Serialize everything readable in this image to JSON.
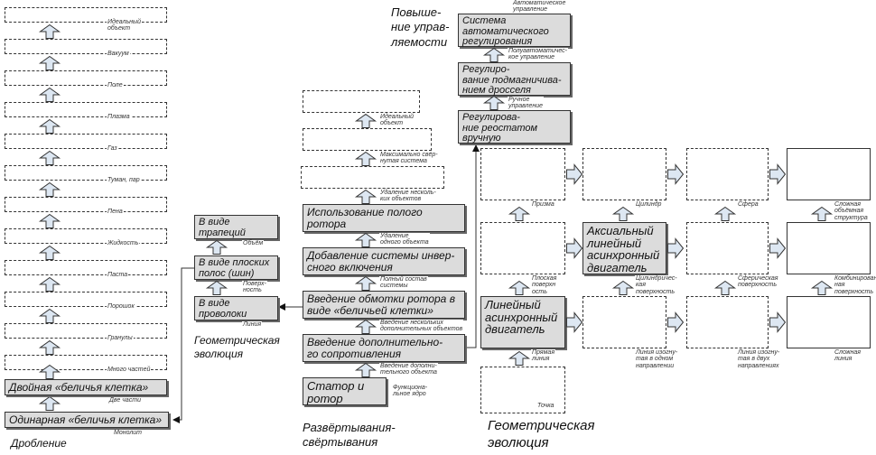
{
  "dividing": {
    "title": "Дробление",
    "stages": [
      "Идеальный\nобъект",
      "Вакуум",
      "Поле",
      "Плазма",
      "Газ",
      "Туман, пар",
      "Пена",
      "Жидкость",
      "Паста",
      "Порошок",
      "Гранулы",
      "Много частей"
    ],
    "boxes": [
      {
        "text": "Двойная «беличья клетка»",
        "label": "Две части"
      },
      {
        "text": "Одинарная «беличья клетка»",
        "label": "Монолит"
      }
    ]
  },
  "conductor_shape": {
    "title": "Геометрическая\nэволюция",
    "boxes": [
      {
        "text": "В виде\nтрапеций",
        "label": "Объём"
      },
      {
        "text": "В виде плоских\nполос (шин)",
        "label": "Поверх-\nность"
      },
      {
        "text": "В виде\nпроволоки",
        "label": "Линия"
      }
    ]
  },
  "deploy": {
    "title": "Развёртывания-\nсвёртывания",
    "boxes": [
      {
        "text": "",
        "label": "Идеальный\nобъект"
      },
      {
        "text": "",
        "label": "Максимально свёр-\nнутая система"
      },
      {
        "text": "",
        "label": "Удаление несколь-\nких объектов"
      },
      {
        "text": "Использование полого\nротора",
        "label": "Удаление\nодного объекта"
      },
      {
        "text": "Добавление системы инвер-\nсного включения",
        "label": "Полный состав\nсистемы"
      },
      {
        "text": "Введение обмотки ротора в\nвиде «беличьей клетки»",
        "label": "Введение нескольких\nдополнительных объектов"
      },
      {
        "text": "Введение дополнительно-\nго сопротивления",
        "label": "Введение дополни-\nтельного объекта"
      },
      {
        "text": "Статор и\nротор",
        "label": "Функциона-\nльное ядро"
      }
    ]
  },
  "control": {
    "title": "Повыше-\nние управ-\nляемости",
    "boxes": [
      {
        "text": "Система\nавтоматического\nрегулирования",
        "label": "Автоматическое\nуправление"
      },
      {
        "text": "Регулиро-\nвание подмагничива-\nнием дросселя",
        "label": "Полуавтоматичес-\nкое управление"
      },
      {
        "text": "Регулирова-\nние реостатом\nвручную",
        "label": "Ручное\nуправление"
      }
    ]
  },
  "geometry": {
    "title": "Геометрическая\nэволюция",
    "grid": [
      [
        {
          "text": "",
          "label": "Призма"
        },
        {
          "text": "",
          "label": "Цилиндр"
        },
        {
          "text": "",
          "label": "Сфера"
        },
        {
          "text": "",
          "label": "Сложная\nобъёмная\nструктура"
        }
      ],
      [
        {
          "text": "",
          "label": "Плоская\nповерхн\nость"
        },
        {
          "text": "Аксиальный\nлинейный\nасинхронный\nдвигатель",
          "label": "Цилиндричес-\nкая\nповерхность"
        },
        {
          "text": "",
          "label": "Сферическая\nповерхность"
        },
        {
          "text": "",
          "label": "Комбинирован\nная\nповерхность"
        }
      ],
      [
        {
          "text": "Линейный\nасинхронный\nдвигатель",
          "label": "Прямая\nлиния"
        },
        {
          "text": "",
          "label": "Линия изогну-\nтая в одном\nнаправлении"
        },
        {
          "text": "",
          "label": "Линия изогну-\nтая в двух\nнаправлениях"
        },
        {
          "text": "",
          "label": "Сложная\nлиния"
        }
      ]
    ],
    "start": {
      "text": "",
      "label": "Точка"
    }
  },
  "colors": {
    "box_fill": "#dcdcdc",
    "arrow_fill": "#dde7f2",
    "line": "#333333"
  }
}
